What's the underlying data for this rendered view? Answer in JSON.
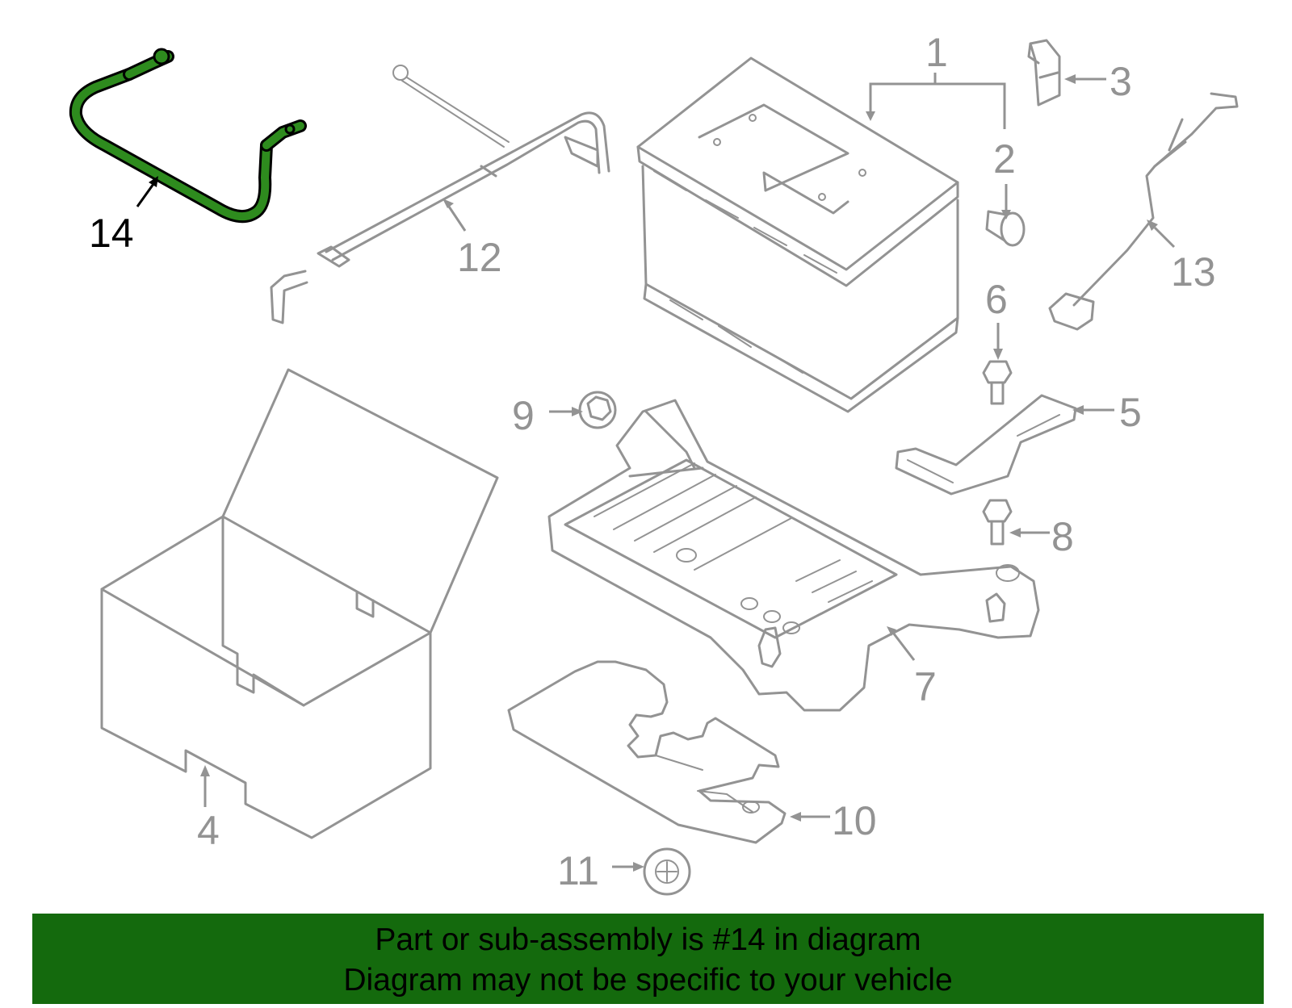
{
  "highlight_color": "#2e8b1e",
  "banner_color": "#146a0d",
  "callouts": [
    {
      "id": "1",
      "label": "1"
    },
    {
      "id": "2",
      "label": "2"
    },
    {
      "id": "3",
      "label": "3"
    },
    {
      "id": "4",
      "label": "4"
    },
    {
      "id": "5",
      "label": "5"
    },
    {
      "id": "6",
      "label": "6"
    },
    {
      "id": "7",
      "label": "7"
    },
    {
      "id": "8",
      "label": "8"
    },
    {
      "id": "9",
      "label": "9"
    },
    {
      "id": "10",
      "label": "10"
    },
    {
      "id": "11",
      "label": "11"
    },
    {
      "id": "12",
      "label": "12"
    },
    {
      "id": "13",
      "label": "13"
    },
    {
      "id": "14",
      "label": "14"
    }
  ],
  "highlighted_part": "14",
  "banner": {
    "line1": "Part or sub-assembly is #14 in diagram",
    "line2": "Diagram may not be specific to your vehicle"
  }
}
